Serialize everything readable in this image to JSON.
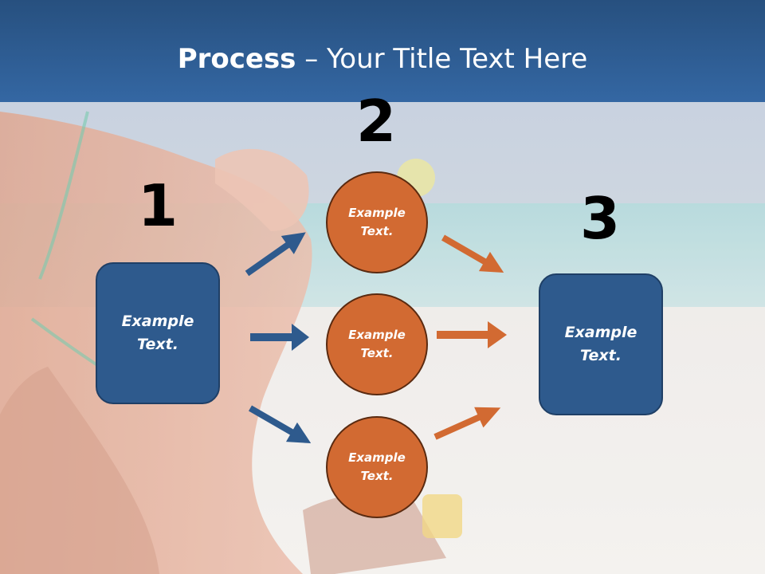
{
  "title": {
    "bold": "Process",
    "rest": " – Your Title Text Here"
  },
  "steps": {
    "one": "1",
    "two": "2",
    "three": "3"
  },
  "nodes": {
    "left_box": "Example Text.",
    "circle_top": "Example Text.",
    "circle_mid": "Example Text.",
    "circle_bottom": "Example Text.",
    "right_box": "Example Text."
  },
  "colors": {
    "blue": "#2e5a8d",
    "orange": "#d26a32",
    "header": "#2d5f98"
  }
}
